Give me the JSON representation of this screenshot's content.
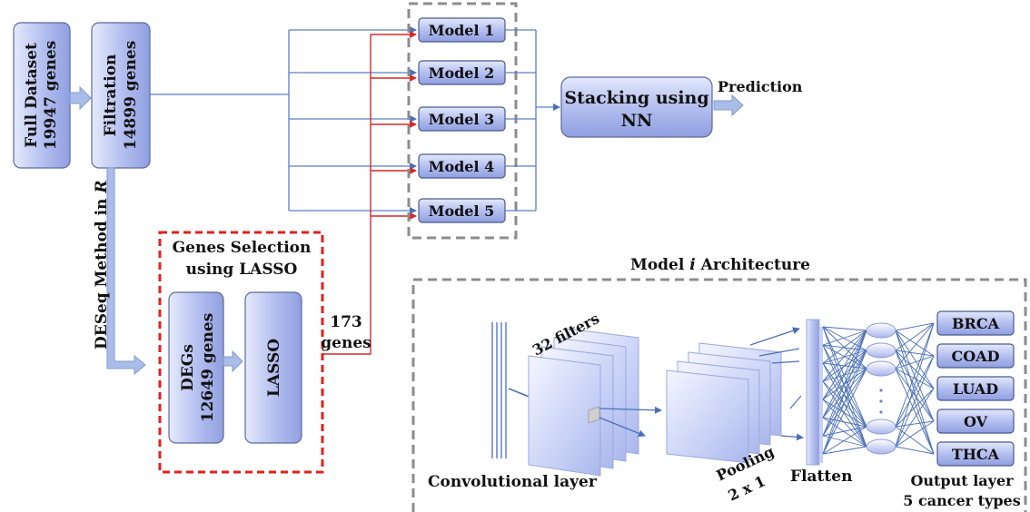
{
  "nodes": {
    "full_dataset": {
      "line1": "Full Dataset",
      "line2": "19947 genes"
    },
    "filtration": {
      "line1": "Filtration",
      "line2": "14899 genes"
    },
    "deseq_label": "DESeq Method in ",
    "deseq_label_italic": "R",
    "models": [
      "Model 1",
      "Model 2",
      "Model 3",
      "Model 4",
      "Model 5"
    ],
    "stacking": {
      "line1": "Stacking using",
      "line2": "NN"
    },
    "prediction": "Prediction",
    "lasso_group_title": {
      "line1": "Genes Selection",
      "line2": "using LASSO"
    },
    "degs": {
      "line1": "DEGs",
      "line2": "12649 genes"
    },
    "lasso": "LASSO",
    "genes_173": {
      "line1": "173",
      "line2": "genes"
    }
  },
  "architecture": {
    "title_prefix": "Model ",
    "title_italic": "i",
    "title_suffix": " Architecture",
    "filters_label": "32 filters",
    "conv_label": "Convolutional layer",
    "pooling": {
      "line1": "Pooling",
      "line2": "2 x 1"
    },
    "flatten": "Flatten",
    "outputs": [
      "BRCA",
      "COAD",
      "LUAD",
      "OV",
      "THCA"
    ],
    "output_label": {
      "line1": "Output layer",
      "line2": "5 cancer types"
    }
  },
  "colors": {
    "box_fill": "#b4bff0",
    "box_stroke": "#4a5a8c",
    "arrow_blue": "#5b7fc4",
    "arrow_red": "#d62828",
    "dash_gray": "#8c8c8c",
    "dash_red": "#e0201c"
  }
}
